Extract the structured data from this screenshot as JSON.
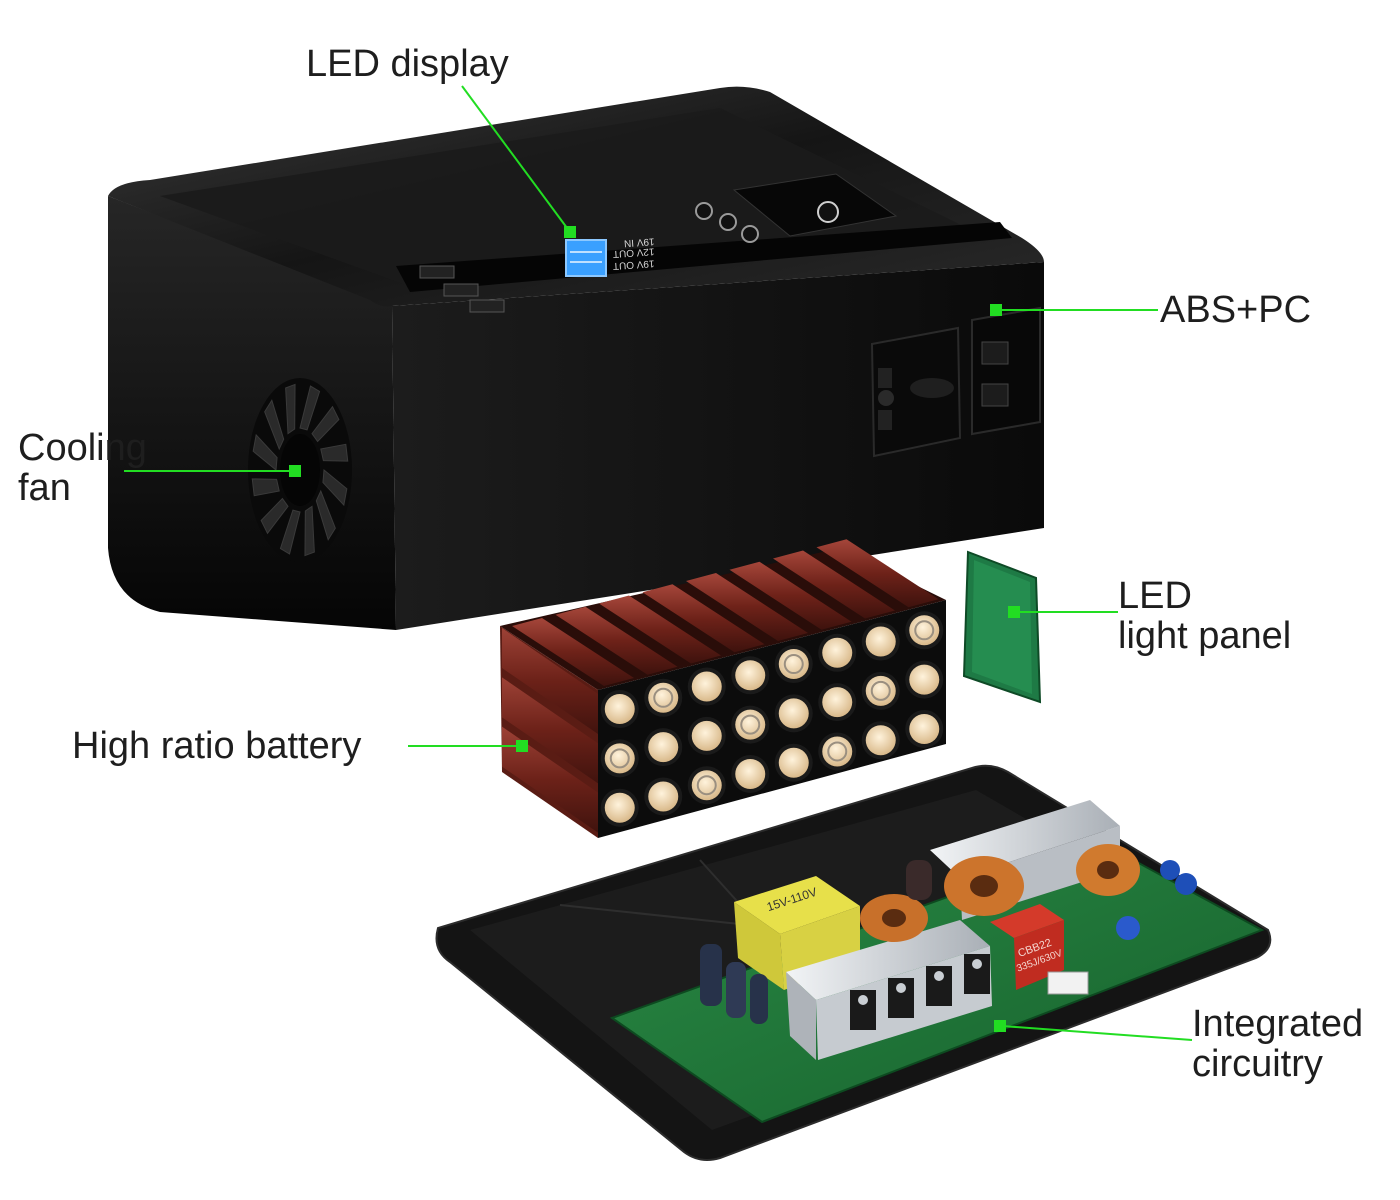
{
  "labels": {
    "led_display": "LED display",
    "abs_pc": "ABS+PC",
    "cooling_fan": [
      "Cooling",
      "fan"
    ],
    "led_light_panel": [
      "LED",
      "light panel"
    ],
    "battery": "High ratio battery",
    "circuitry": [
      "Integrated",
      "circuitry"
    ]
  },
  "device_text": {
    "display_lines": [
      "19V IN",
      "12V OUT",
      "19V OUT"
    ],
    "pcb_capacitor": [
      "CBB22",
      "335J/630V"
    ],
    "transformer": "15V-110V"
  },
  "colors": {
    "leader_line": "#22dd22",
    "marker": "#22dd22",
    "label_text": "#1e1e1e",
    "case_body": "#0c0c0c",
    "led_screen": "#3aa0ff",
    "battery_cell": "#7a2a22",
    "pcb": "#1f7a3a",
    "heatsink": "#cfd3d8",
    "inductor": "#c8702a"
  }
}
